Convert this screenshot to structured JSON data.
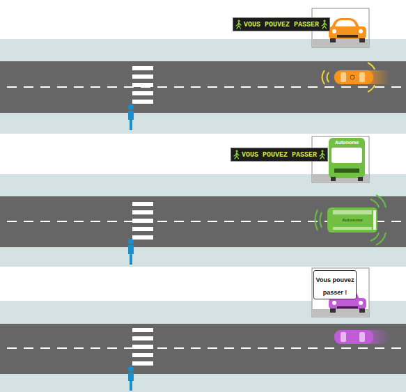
{
  "diagram": {
    "nodes": [
      {
        "text": [
          "VOUS POUVEZ PASSER"
        ]
      },
      {
        "text": [
          "VOUS POUVEZ PASSER"
        ]
      },
      {
        "text": [
          "Vous pouvez passer !"
        ]
      }
    ],
    "labels": [
      "Autonome",
      "Autonome"
    ]
  }
}
